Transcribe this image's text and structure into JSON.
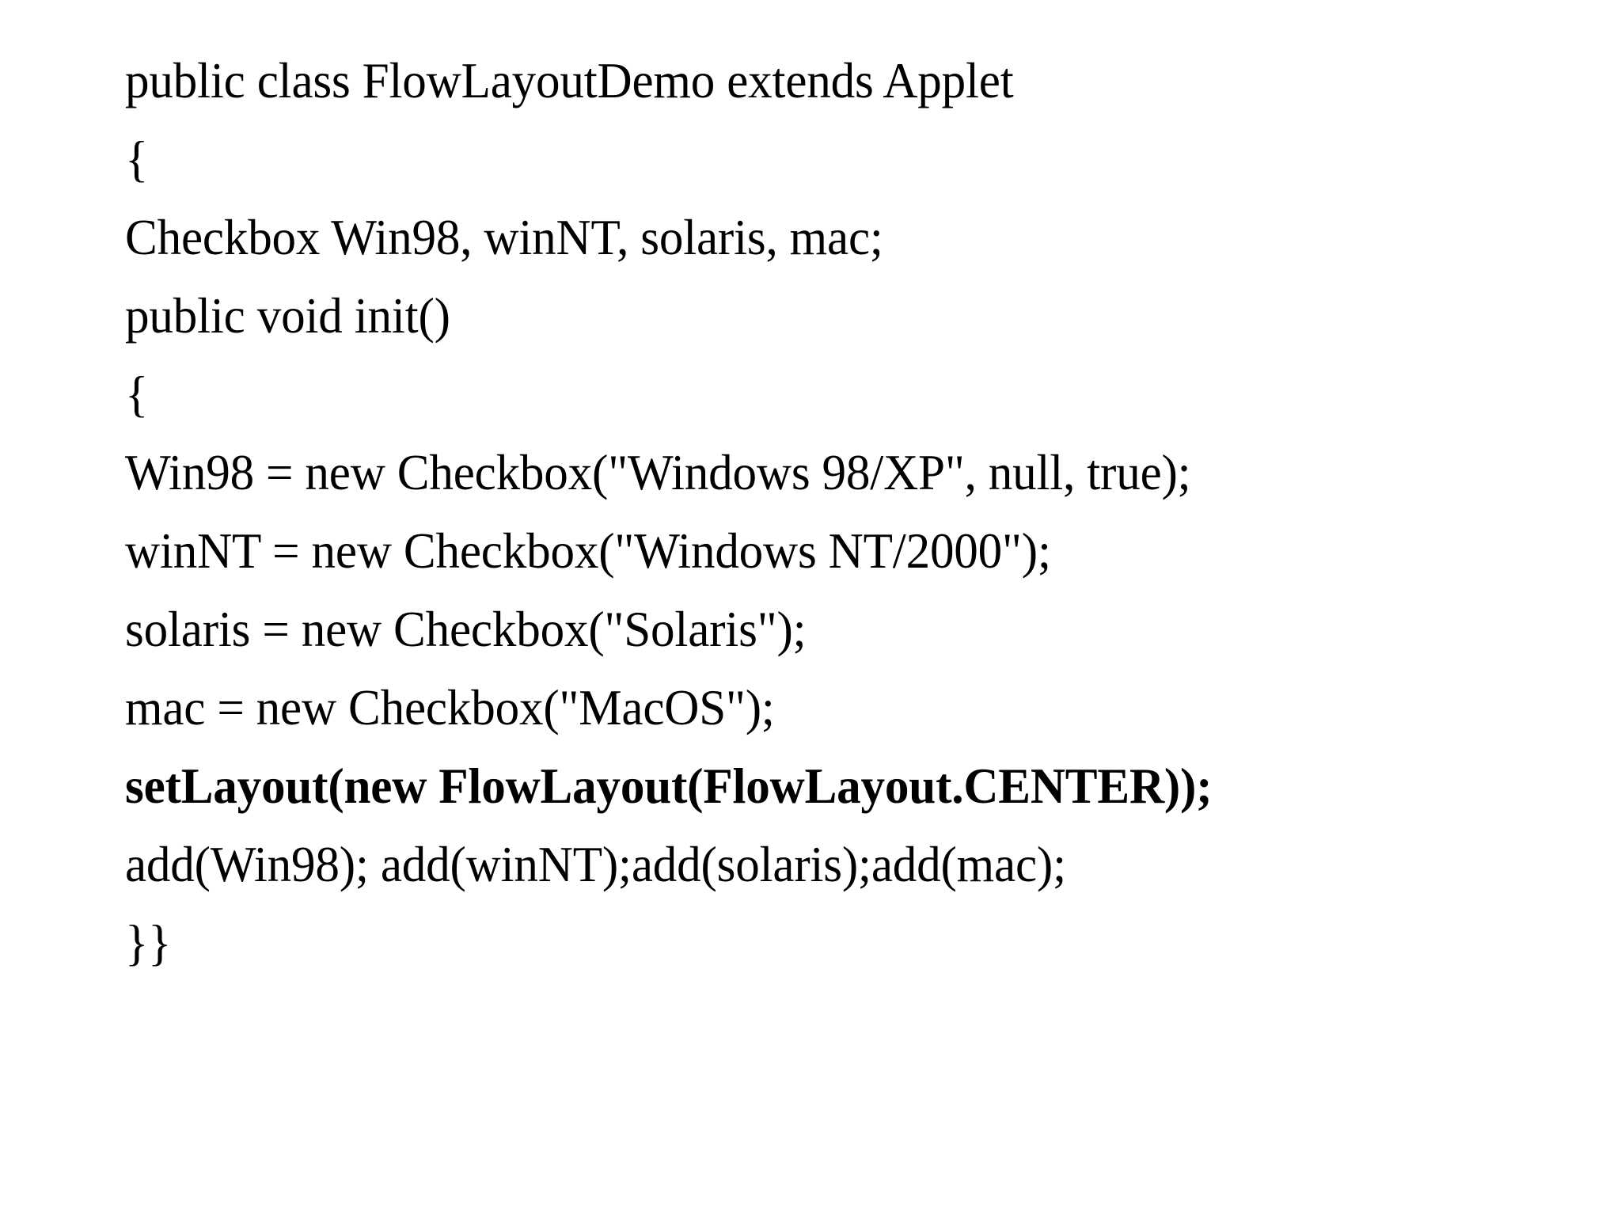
{
  "slide": {
    "background_color": "#ffffff",
    "text_color": "#000000",
    "title": "public class FlowLayoutDemo extends Applet"
  },
  "code": {
    "language": "Java",
    "lines": [
      {
        "text": "public class FlowLayoutDemo extends Applet",
        "bold": false
      },
      {
        "text": "{",
        "bold": false
      },
      {
        "text": "Checkbox Win98, winNT, solaris, mac;",
        "bold": false
      },
      {
        "text": "public void init()",
        "bold": false
      },
      {
        "text": "{",
        "bold": false
      },
      {
        "text": "Win98 = new Checkbox(\"Windows 98/XP\", null, true);",
        "bold": false
      },
      {
        "text": "winNT = new Checkbox(\"Windows NT/2000\");",
        "bold": false
      },
      {
        "text": "solaris = new Checkbox(\"Solaris\");",
        "bold": false
      },
      {
        "text": "mac = new Checkbox(\"MacOS\");",
        "bold": false
      },
      {
        "text": "setLayout(new FlowLayout(FlowLayout.CENTER));",
        "bold": true
      },
      {
        "text": "add(Win98); add(winNT);add(solaris);add(mac);",
        "bold": false
      },
      {
        "text": "}}",
        "bold": false
      }
    ]
  }
}
